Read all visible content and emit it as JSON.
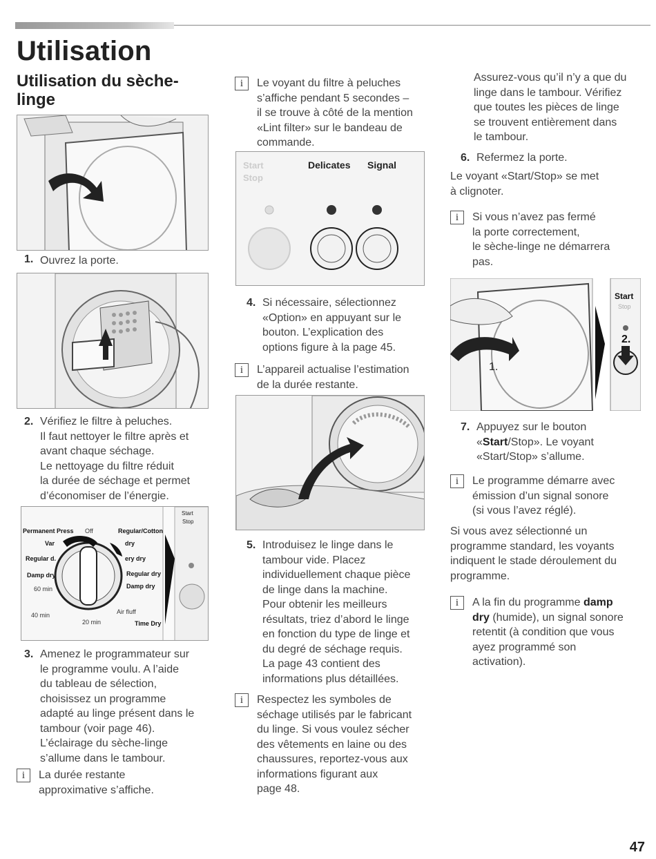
{
  "page": {
    "title": "Utilisation",
    "subtitle": "Utilisation du sèche-linge",
    "page_number": "47"
  },
  "figures": {
    "panel_delicates": "Delicates",
    "panel_signal": "Signal",
    "panel_start": "Start",
    "panel_stop": "Stop",
    "knob_permanent": "Permanent Press",
    "knob_off": "Off",
    "knob_regular_cotton": "Regular/Cotton",
    "knob_regular": "Regular d.",
    "knob_dry": "dry",
    "knob_very_dry": "ery dry",
    "knob_damp_left": "Damp dry",
    "knob_regular_dry": "Regular dry",
    "knob_damp_right": "Damp dry",
    "knob_60": "60 min",
    "knob_40": "40 min",
    "knob_20": "20 min",
    "knob_airfluff": "Air fluff",
    "knob_timedry": "Time Dry",
    "knob_var": "Var",
    "side_start": "Start",
    "side_stop": "Stop",
    "fig_label_1": "1.",
    "fig_label_2": "2."
  },
  "col1": {
    "step1_num": "1.",
    "step1_text": "Ouvrez la porte.",
    "step2_num": "2.",
    "step2_lines": [
      "Vérifiez le filtre à peluches.",
      "Il faut nettoyer le filtre après et",
      "avant chaque séchage.",
      "Le nettoyage du filtre réduit",
      "la durée de séchage et permet",
      "d’économiser de l’énergie."
    ],
    "step3_num": "3.",
    "step3_lines": [
      "Amenez le programmateur sur",
      "le programme voulu. A l’aide",
      "du tableau de sélection,",
      "choisissez un programme",
      "adapté au linge présent dans le",
      "tambour (voir page 46).",
      "L’éclairage du sèche-linge",
      "s’allume dans le tambour."
    ],
    "info_icon": "i",
    "info1_lines": [
      "La durée restante",
      "approximative s’affiche."
    ]
  },
  "col2": {
    "info_icon": "i",
    "info1_lines": [
      "Le voyant du filtre à peluches",
      "s’affiche pendant 5 secondes –",
      "il se trouve à côté de la mention",
      "«Lint filter» sur le bandeau de",
      "commande."
    ],
    "step4_num": "4.",
    "step4_lines": [
      "Si nécessaire, sélectionnez",
      "«Option» en appuyant sur le",
      "bouton. L’explication des",
      "options figure à la page 45."
    ],
    "info2_lines": [
      "L’appareil actualise l’estimation",
      "de la durée restante."
    ],
    "step5_num": "5.",
    "step5_lines": [
      "Introduisez le linge dans le",
      "tambour vide. Placez",
      "individuellement chaque pièce",
      "de linge dans la machine.",
      "Pour obtenir les meilleurs",
      "résultats, triez d’abord le linge",
      "en fonction du type de linge et",
      "du degré de séchage requis.",
      "La page 43 contient des",
      "informations plus détaillées."
    ],
    "info3_lines": [
      "Respectez les symboles de",
      "séchage utilisés par le fabricant",
      "du linge. Si vous voulez sécher",
      "des vêtements en laine ou des",
      "chaussures, reportez-vous aux",
      "informations figurant aux",
      "page 48."
    ]
  },
  "col3": {
    "intro_lines": [
      "Assurez-vous qu’il n’y a que du",
      "linge dans le tambour. Vérifiez",
      "que toutes les pièces de linge",
      "se trouvent entièrement dans",
      "le tambour."
    ],
    "step6_num": "6.",
    "step6_text": "Refermez la porte.",
    "after6_lines": [
      "Le voyant «Start/Stop» se met",
      "à clignoter."
    ],
    "info_icon": "i",
    "info1_lines": [
      "Si vous n’avez pas fermé",
      "la porte correctement,",
      "le sèche-linge ne démarrera",
      "pas."
    ],
    "step7_num": "7.",
    "step7_a": "Appuyez sur le bouton",
    "step7_b_pre": "«",
    "step7_b_bold": "Start",
    "step7_b_post": "/Stop». Le voyant",
    "step7_c": "«Start/Stop» s’allume.",
    "info2_lines": [
      "Le programme démarre avec",
      "émission d’un signal sonore",
      "(si vous l’avez réglé)."
    ],
    "para_lines": [
      "Si vous avez sélectionné un",
      "programme standard, les voyants",
      "indiquent le stade déroulement du",
      "programme."
    ],
    "info3_a_pre": "A la fin du programme ",
    "info3_a_bold": "damp",
    "info3_b_bold": "dry",
    "info3_b_post": " (humide), un signal sonore",
    "info3_rest": [
      "retentit (à condition que vous",
      "ayez programmé son",
      "activation)."
    ]
  }
}
